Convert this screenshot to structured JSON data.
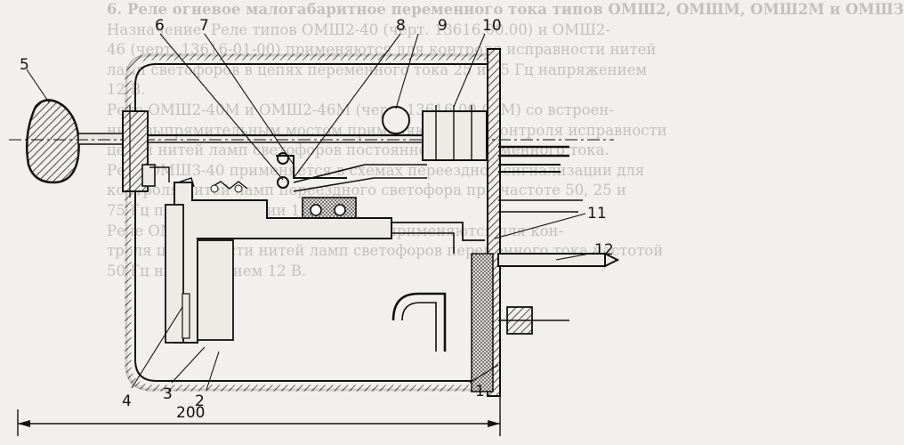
{
  "page_background_text": {
    "heading": "6. Реле огневое малогабаритное переменного тока типов ОМШ2, ОМШМ, ОМШ2М и ОМШЗ",
    "paragraphs": [
      "Назначение. Реле типов ОМШ2-40 (черт. 13616.00.00) и ОМШ2-",
      "46 (черт. 13616-01-00) применяются для контроля исправности нитей",
      "ламп светофоров в цепях переменного тока 25 и 75 Гц напряжением",
      "12 В.",
      "Реле ОМШ2-40М и ОМШ2-46М (черт. 13616-00-00М) со встроен-",
      "ным выпрямительным мостом применяются для контроля исправности",
      "цепей нитей ламп светофоров постоянного и переменного тока.",
      "Реле ОМШЗ-40 применяется в схемах переездной сигнализации для",
      "контроля нитей ламп переездного светофора при частоте 50, 25 и",
      "75 Гц при напряжении 12 В.",
      "Реле ОМШ2-Т (черт. 13616-00-00А) применяются для кон-",
      "троля целостности нитей ламп светофоров переменного тока частотой",
      "50 Гц напряжением 12 В."
    ]
  },
  "callouts": [
    "1",
    "2",
    "3",
    "4",
    "5",
    "6",
    "7",
    "8",
    "9",
    "10",
    "11",
    "12"
  ],
  "dimension": {
    "value": "200"
  }
}
